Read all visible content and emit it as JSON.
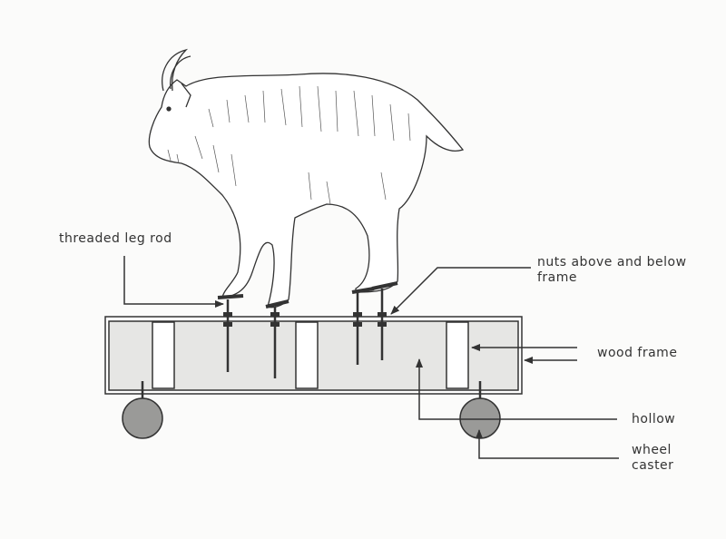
{
  "labels": {
    "leg_rod": "threaded leg rod",
    "nuts_line1": "nuts above and below",
    "nuts_line2": "frame",
    "wood_frame": "wood frame",
    "hollow": "hollow",
    "wheel_line1": "wheel",
    "wheel_line2": "caster"
  },
  "colors": {
    "line": "#333333",
    "frame_fill": "#e6e6e4",
    "wheel_fill": "#9a9a98"
  }
}
